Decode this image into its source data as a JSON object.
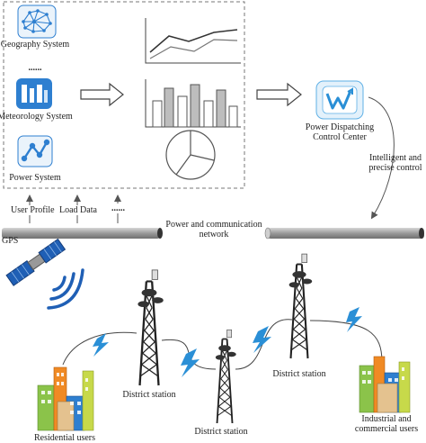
{
  "data_sources": {
    "geography": "Geography System",
    "meteorology": "Meteorology System",
    "power": "Power System",
    "more_dots": "......"
  },
  "inputs": {
    "user_profile": "User Profile",
    "load_data": "Load Data",
    "more": "......"
  },
  "control_center": "Power Dispatching Control Center",
  "intelligent_control": "Intelligent and precise control",
  "network": "Power and communication network",
  "gps": "GPS",
  "stations": {
    "district_left": "District station",
    "district_middle": "District station",
    "district_right": "District station"
  },
  "users": {
    "residential": "Residential users",
    "industrial": "Industrial and commercial users"
  },
  "colors": {
    "icon_blue": "#2e7fd0",
    "lightning_blue": "#2a8fd6",
    "building_green": "#8bc34a",
    "building_orange": "#f08a24"
  }
}
